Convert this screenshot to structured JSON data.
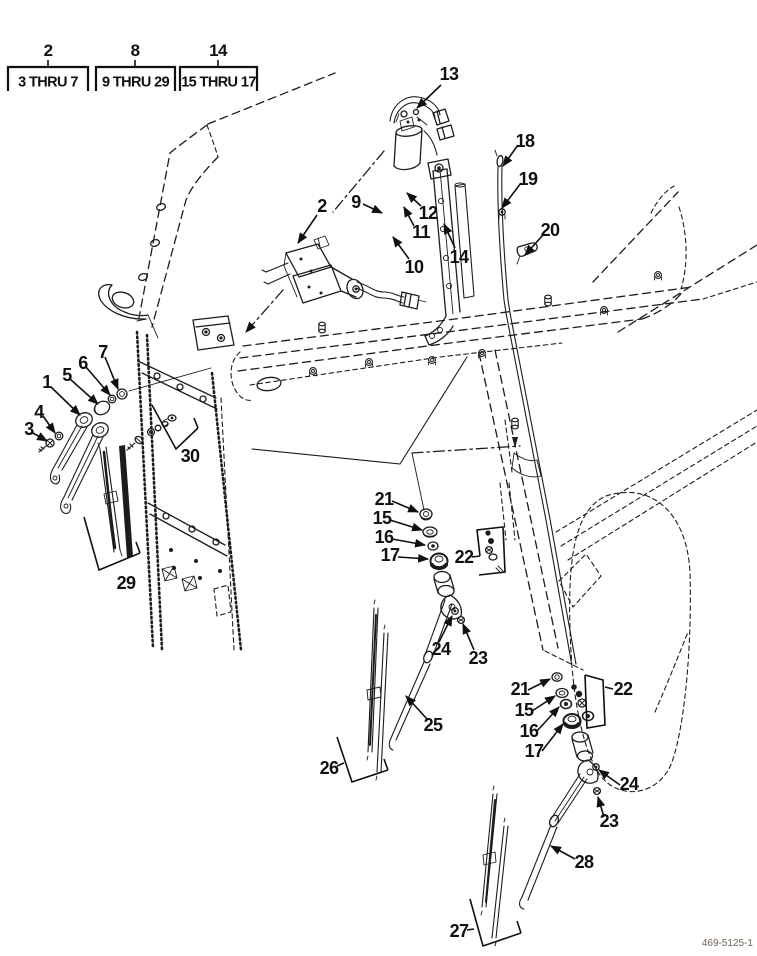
{
  "figure": {
    "drawing_number": "469-5125-1"
  },
  "colors": {
    "ink": "#1c1c1c",
    "paper": "#ffffff"
  },
  "legend": {
    "groups": [
      {
        "assembly": "2",
        "range": "3 THRU 7"
      },
      {
        "assembly": "8",
        "range": "9 THRU 29"
      },
      {
        "assembly": "14",
        "range": "15 THRU 17"
      }
    ]
  },
  "callouts": {
    "c1": "1",
    "c2": "2",
    "c3": "3",
    "c4": "4",
    "c5": "5",
    "c6": "6",
    "c7": "7",
    "c9": "9",
    "c10": "10",
    "c11": "11",
    "c12": "12",
    "c13": "13",
    "c14": "14",
    "c18": "18",
    "c19": "19",
    "c20": "20",
    "c21a": "21",
    "c15a": "15",
    "c16a": "16",
    "c17a": "17",
    "c22a": "22",
    "c23a": "23",
    "c24a": "24",
    "c25": "25",
    "c26": "26",
    "c21b": "21",
    "c15b": "15",
    "c16b": "16",
    "c17b": "17",
    "c22b": "22",
    "c23b": "23",
    "c24b": "24",
    "c27": "27",
    "c28": "28",
    "c29": "29",
    "c30": "30"
  }
}
